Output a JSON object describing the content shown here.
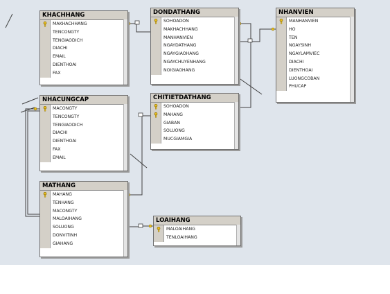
{
  "tables": {
    "khachhang": {
      "title": "KHACHHANG",
      "fields": [
        {
          "name": "MAKHACHHANG",
          "pk": true
        },
        {
          "name": "TENCONGTY",
          "pk": false
        },
        {
          "name": "TENGIAODICH",
          "pk": false
        },
        {
          "name": "DIACHI",
          "pk": false
        },
        {
          "name": "EMAIL",
          "pk": false
        },
        {
          "name": "DIENTHOAI",
          "pk": false
        },
        {
          "name": "FAX",
          "pk": false
        }
      ]
    },
    "dondathang": {
      "title": "DONDATHANG",
      "fields": [
        {
          "name": "SOHOADON",
          "pk": true
        },
        {
          "name": "MAKHACHHANG",
          "pk": false
        },
        {
          "name": "MANHANVIEN",
          "pk": false
        },
        {
          "name": "NGAYDATHANG",
          "pk": false
        },
        {
          "name": "NGAYGIAOHANG",
          "pk": false
        },
        {
          "name": "NGAYCHUYENHANG",
          "pk": false
        },
        {
          "name": "NOIGIAOHANG",
          "pk": false
        }
      ]
    },
    "nhanvien": {
      "title": "NHANVIEN",
      "fields": [
        {
          "name": "MANHANVIEN",
          "pk": true
        },
        {
          "name": "HO",
          "pk": false
        },
        {
          "name": "TEN",
          "pk": false
        },
        {
          "name": "NGAYSINH",
          "pk": false
        },
        {
          "name": "NGAYLAMVIEC",
          "pk": false
        },
        {
          "name": "DIACHI",
          "pk": false
        },
        {
          "name": "DIENTHOAI",
          "pk": false
        },
        {
          "name": "LUONGCOBAN",
          "pk": false
        },
        {
          "name": "PHUCAP",
          "pk": false
        }
      ]
    },
    "nhacungcap": {
      "title": "NHACUNGCAP",
      "fields": [
        {
          "name": "MACONGTY",
          "pk": true
        },
        {
          "name": "TENCONGTY",
          "pk": false
        },
        {
          "name": "TENGIAODICH",
          "pk": false
        },
        {
          "name": "DIACHI",
          "pk": false
        },
        {
          "name": "DIENTHOAI",
          "pk": false
        },
        {
          "name": "FAX",
          "pk": false
        },
        {
          "name": "EMAIL",
          "pk": false
        }
      ]
    },
    "chitietdathang": {
      "title": "CHITIETDATHANG",
      "fields": [
        {
          "name": "SOHOADON",
          "pk": true
        },
        {
          "name": "MAHANG",
          "pk": true
        },
        {
          "name": "GIABAN",
          "pk": false
        },
        {
          "name": "SOLUONG",
          "pk": false
        },
        {
          "name": "MUCGIAMGIA",
          "pk": false
        }
      ]
    },
    "mathang": {
      "title": "MATHANG",
      "fields": [
        {
          "name": "MAHANG",
          "pk": true
        },
        {
          "name": "TENHANG",
          "pk": false
        },
        {
          "name": "MACONGTY",
          "pk": false
        },
        {
          "name": "MALOAIHANG",
          "pk": false
        },
        {
          "name": "SOLUONG",
          "pk": false
        },
        {
          "name": "DONVITINH",
          "pk": false
        },
        {
          "name": "GIAHANG",
          "pk": false
        }
      ]
    },
    "loaihang": {
      "title": "LOAIHANG",
      "fields": [
        {
          "name": "MALOAIHANG",
          "pk": true
        },
        {
          "name": "TENLOAIHANG",
          "pk": false
        }
      ]
    }
  },
  "colors": {
    "panel": "#dfe5ec",
    "header": "#d4d0c8",
    "key": "#e8c020",
    "line": "#404040"
  }
}
